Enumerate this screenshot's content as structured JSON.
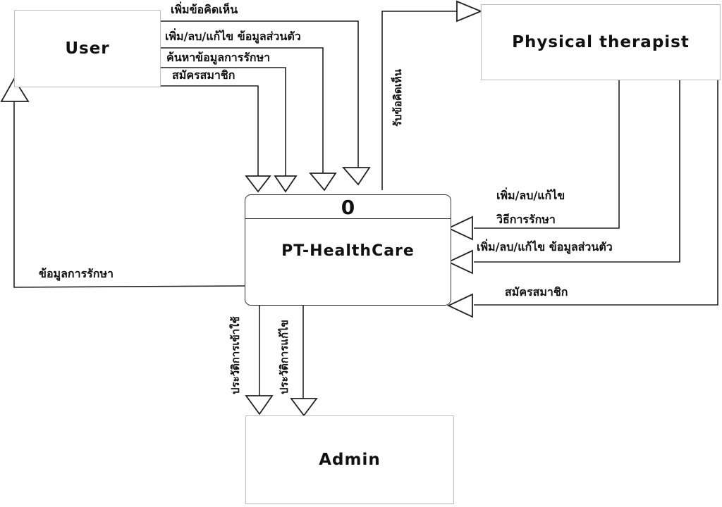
{
  "entities": {
    "user": "User",
    "physical_therapist": "Physical therapist",
    "admin": "Admin"
  },
  "process": {
    "id": "0",
    "name": "PT-HealthCare"
  },
  "flows": {
    "user_add_comment": "เพิ่มข้อคิดเห็น",
    "user_edit_personal": "เพิ่ม/ลบ/แก้ไข ข้อมูลส่วนตัว",
    "user_search_treatment": "ค้นหาข้อมูลการรักษา",
    "user_register": "สมัครสมาชิก",
    "receive_comment": "รับข้อคิดเห็น",
    "treatment_info_to_user": "ข้อมูลการรักษา",
    "pt_edit_method_line1": "เพิ่ม/ลบ/แก้ไข",
    "pt_edit_method_line2": "วิธีการรักษา",
    "pt_edit_personal": "เพิ่ม/ลบ/แก้ไข ข้อมูลส่วนตัว",
    "pt_register": "สมัครสมาชิก",
    "access_history": "ประวัติการเข้าใช้",
    "edit_history": "ประวัติการแก้ไข"
  }
}
